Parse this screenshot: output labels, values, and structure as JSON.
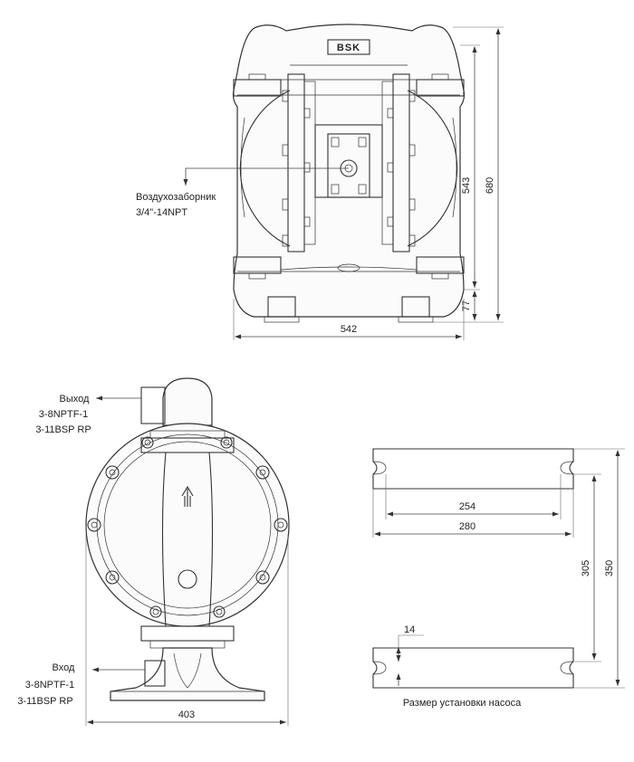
{
  "brand_logo": "BSK",
  "top_view": {
    "air_inlet_label_1": "Воздухозаборник",
    "air_inlet_label_2": "3/4\"-14NPT",
    "dim_height_total": "680",
    "dim_height_center": "543",
    "dim_height_base": "77",
    "dim_width": "542"
  },
  "side_view": {
    "outlet_label_1": "Выход",
    "outlet_label_2": "3-8NPTF-1",
    "outlet_label_3": "3-11BSP RP",
    "inlet_label_1": "Вход",
    "inlet_label_2": "3-8NPTF-1",
    "inlet_label_3": "3-11BSP RP",
    "dim_width": "403"
  },
  "mounting_view": {
    "dim_slot_spacing": "254",
    "dim_total_length": "280",
    "dim_slot_width": "14",
    "dim_inner_height": "305",
    "dim_outer_height": "350",
    "caption": "Размер установки насоса"
  }
}
